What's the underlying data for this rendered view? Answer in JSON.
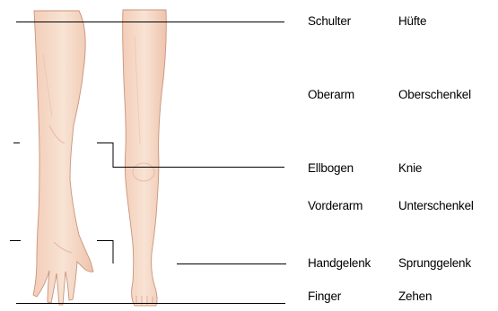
{
  "diagram": {
    "arm_labels": [
      "Schulter",
      "Oberarm",
      "Ellbogen",
      "Vorderarm",
      "Handgelenk",
      "Finger"
    ],
    "leg_labels": [
      "Hüfte",
      "Oberschenkel",
      "Knie",
      "Unterschenkel",
      "Sprunggelenk",
      "Zehen"
    ]
  },
  "colors": {
    "skin": "#f6ddcc",
    "skin_shade": "#eab9a2",
    "skin_outline": "#c9937a",
    "line": "#000000"
  }
}
